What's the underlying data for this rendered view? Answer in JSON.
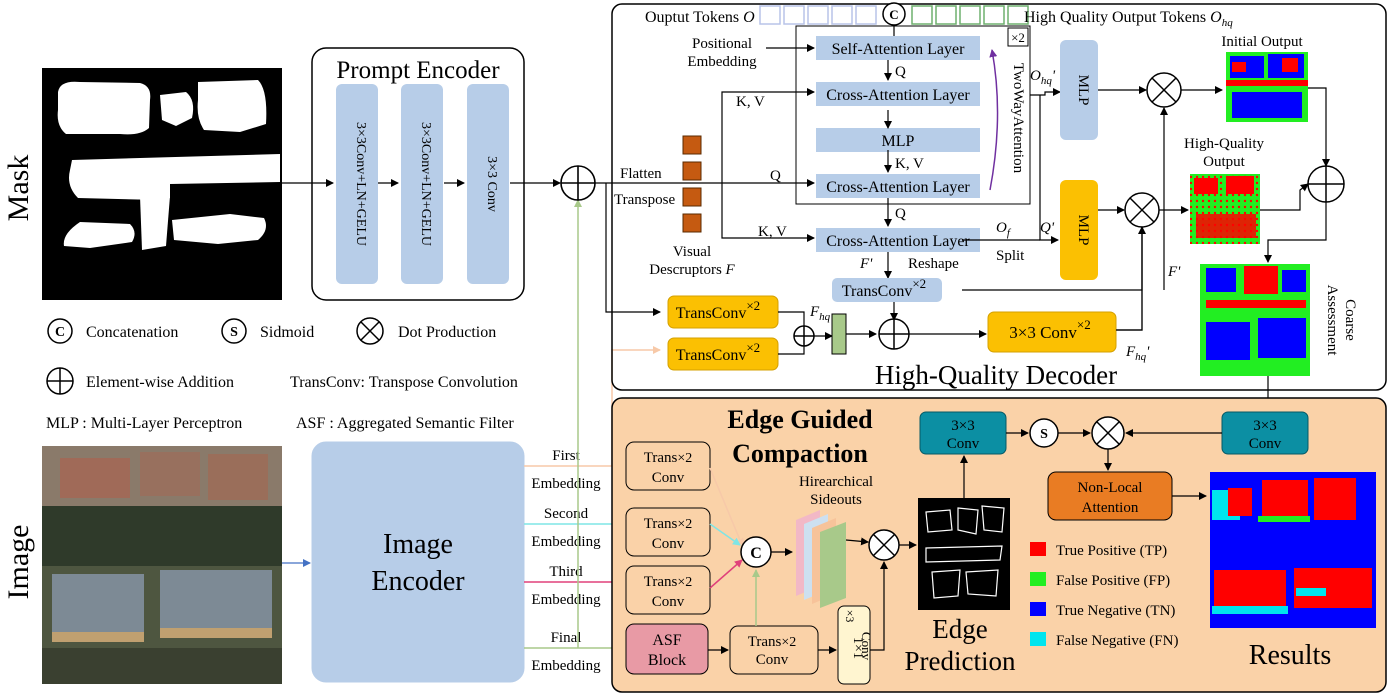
{
  "left": {
    "mask_label": "Mask",
    "image_label": "Image",
    "prompt_encoder_title": "Prompt Encoder",
    "prompt_blocks": [
      "3×3Conv+LN+GELU",
      "3×3Conv+LN+GELU",
      "3×3 Conv"
    ],
    "image_encoder_line1": "Image",
    "image_encoder_line2": "Encoder",
    "embeddings": [
      {
        "line1": "First",
        "line2": "Embedding"
      },
      {
        "line1": "Second",
        "line2": "Embedding"
      },
      {
        "line1": "Third",
        "line2": "Embedding"
      },
      {
        "line1": "Final",
        "line2": "Embedding"
      }
    ]
  },
  "legend": {
    "c_symbol": "C",
    "concat": "Concatenation",
    "s_symbol": "S",
    "sigmoid": "Sidmoid",
    "dot": "Dot Production",
    "add": "Element-wise Addition",
    "transconv": "TransConv: Transpose Convolution",
    "mlp": "MLP : Multi-Layer Perceptron",
    "asf": "ASF : Aggregated Semantic Filter"
  },
  "decoder": {
    "title": "High-Quality Decoder",
    "output_tokens": "Ouptut Tokens",
    "output_tokens_sym": "O",
    "hq_tokens": "High Quality Output Tokens",
    "hq_tokens_sym": "O",
    "hq_tokens_sub": "hq",
    "x2": "×2",
    "positional_line1": "Positional",
    "positional_line2": "Embedding",
    "self_attn": "Self-Attention Layer",
    "cross_attn": "Cross-Attention Layer",
    "mlp": "MLP",
    "q": "Q",
    "kv": "K, V",
    "two_way": "TwoWayAttention",
    "flatten": "Flatten",
    "transpose": "Transpose",
    "visual_line1": "Visual",
    "visual_line2": "Descruptors",
    "visual_sym": "F",
    "o_hq_prime": "O",
    "o_hq_prime_sub": "hq",
    "o_f": "O",
    "o_f_sub": "f",
    "q_prime": "Q'",
    "split": "Split",
    "f_prime": "F'",
    "reshape": "Reshape",
    "transconv": "TransConv",
    "f_hq": "F",
    "f_hq_sub": "hq",
    "conv33": "3×3 Conv",
    "initial_output": "Initial Output",
    "hq_output_line1": "High-Quality",
    "hq_output_line2": "Output",
    "coarse_line1": "Coarse",
    "coarse_line2": "Assessment",
    "c_symbol": "C"
  },
  "egc": {
    "title_line1": "Edge Guided",
    "title_line2": "Compaction",
    "trans": "Trans",
    "conv": "Conv",
    "x2": "×2",
    "asf_line1": "ASF",
    "asf_line2": "Block",
    "conv1x1": "1×1",
    "conv1x1_b": "Conv",
    "x3": "×3",
    "hier_line1": "Hirearchical",
    "hier_line2": "Sideouts",
    "conv33_line1": "3×3",
    "conv33_line2": "Conv",
    "s_symbol": "S",
    "c_symbol": "C",
    "nla_line1": "Non-Local",
    "nla_line2": "Attention",
    "edge_line1": "Edge",
    "edge_line2": "Prediction",
    "results": "Results"
  },
  "results_legend": [
    {
      "label": "True Positive (TP)",
      "color": "#ff0000"
    },
    {
      "label": "False Positive (FP)",
      "color": "#22ee22"
    },
    {
      "label": "True Negative (TN)",
      "color": "#0000ff"
    },
    {
      "label": "False Negative (FN)",
      "color": "#00e5ee"
    }
  ],
  "colors": {
    "block_blue": "#b7cde8",
    "block_orange": "#fbc002",
    "block_teal": "#0c8fa3",
    "block_darkorange": "#e97c23",
    "block_pink": "#e89aa5",
    "egc_bg": "#fad2a8",
    "tok_blue": "#b8c4e8",
    "tok_green": "#6fb06f",
    "arrow_purple": "#7030a0"
  }
}
